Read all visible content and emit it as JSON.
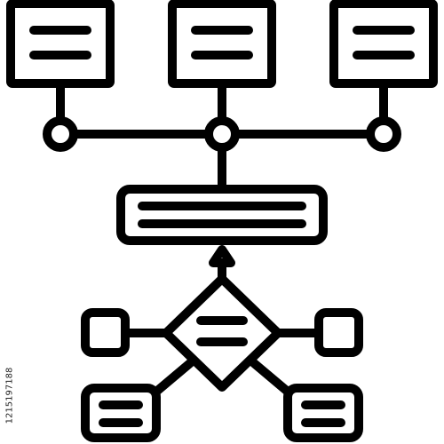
{
  "colors": {
    "stroke": "#000000",
    "background": "#ffffff",
    "watermark": "#222222"
  },
  "diagram": {
    "icon": "flowchart-hierarchy-icon",
    "top_cards": 3,
    "junction_nodes": 3,
    "process_bar": 1,
    "decision_diamond": 1,
    "side_squares": 2,
    "bottom_cards": 2
  },
  "watermark": {
    "id_text": "1215197188"
  }
}
